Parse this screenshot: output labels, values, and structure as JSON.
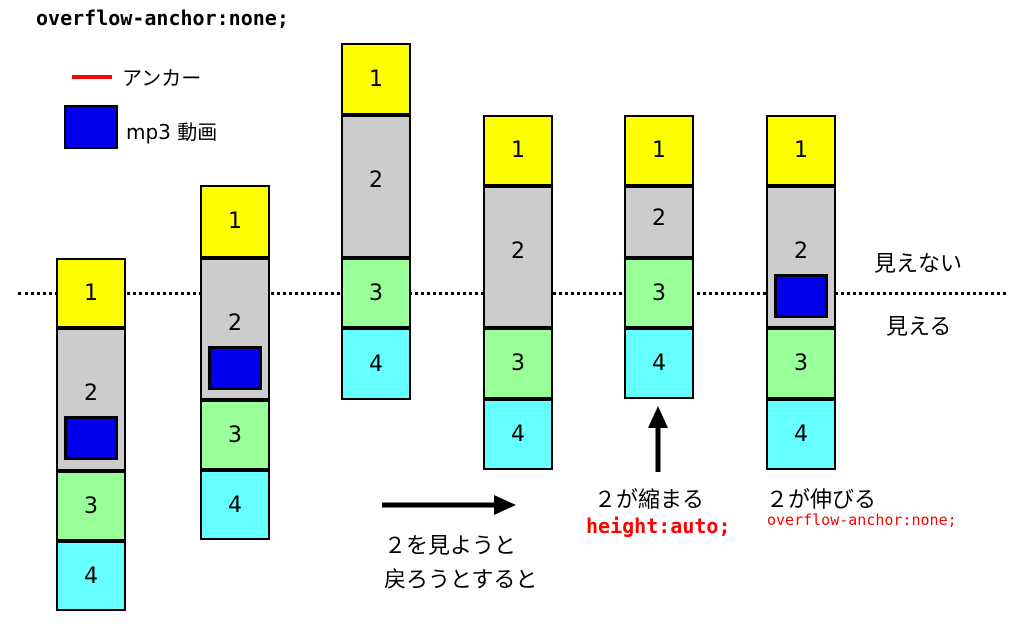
{
  "title": "overflow-anchor:none;",
  "legend": {
    "anchor_label": "アンカー",
    "media_label": "mp3 動画",
    "anchor_color": "#ff0000",
    "media_color": "#0000ee"
  },
  "side_labels": {
    "invisible": "見えない",
    "visible": "見える"
  },
  "colors": {
    "block1": "#ffff00",
    "block2": "#cccccc",
    "block3": "#99ff99",
    "block4": "#66ffff",
    "accent_red": "#ff0000"
  },
  "columns": [
    {
      "blocks": [
        "1",
        "2",
        "3",
        "4"
      ]
    },
    {
      "blocks": [
        "1",
        "2",
        "3",
        "4"
      ]
    },
    {
      "blocks": [
        "1",
        "2",
        "3",
        "4"
      ]
    },
    {
      "blocks": [
        "1",
        "2",
        "3",
        "4"
      ]
    },
    {
      "blocks": [
        "1",
        "2",
        "3",
        "4"
      ]
    },
    {
      "blocks": [
        "1",
        "2",
        "3",
        "4"
      ]
    }
  ],
  "annotations": {
    "scroll_back_line1": "２を見ようと",
    "scroll_back_line2": "戻ろうとすると",
    "shrink_caption": "２が縮まる",
    "shrink_code": "height:auto;",
    "grow_caption": "２が伸びる",
    "grow_code": "overflow-anchor:none;"
  }
}
